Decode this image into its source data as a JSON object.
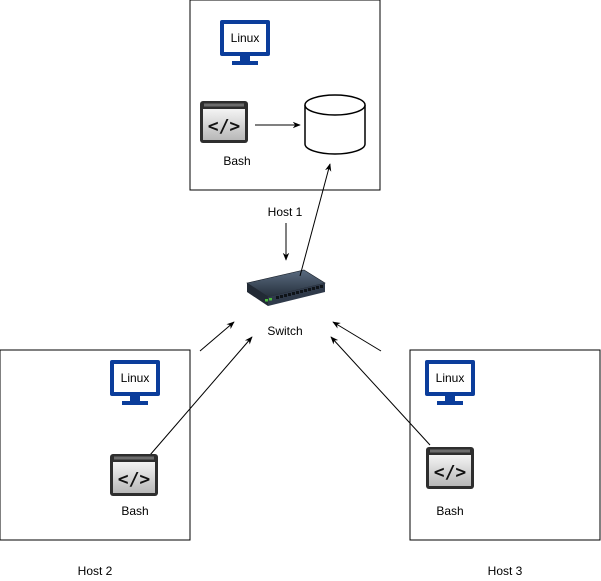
{
  "colors": {
    "monitor": "#0b3d9b",
    "line": "#000000",
    "switch_body": "#2f3a4a",
    "switch_port": "#4dbb3f"
  },
  "icons": {
    "monitor": "monitor-icon",
    "terminal": "terminal-window-icon",
    "database": "database-cylinder-icon",
    "switch": "network-switch-icon"
  },
  "hosts": {
    "host1": {
      "label": "Host 1",
      "os": "Linux",
      "shell": "Bash"
    },
    "host2": {
      "label": "Host 2",
      "os": "Linux",
      "shell": "Bash"
    },
    "host3": {
      "label": "Host 3",
      "os": "Linux",
      "shell": "Bash"
    }
  },
  "switch": {
    "label": "Switch"
  }
}
